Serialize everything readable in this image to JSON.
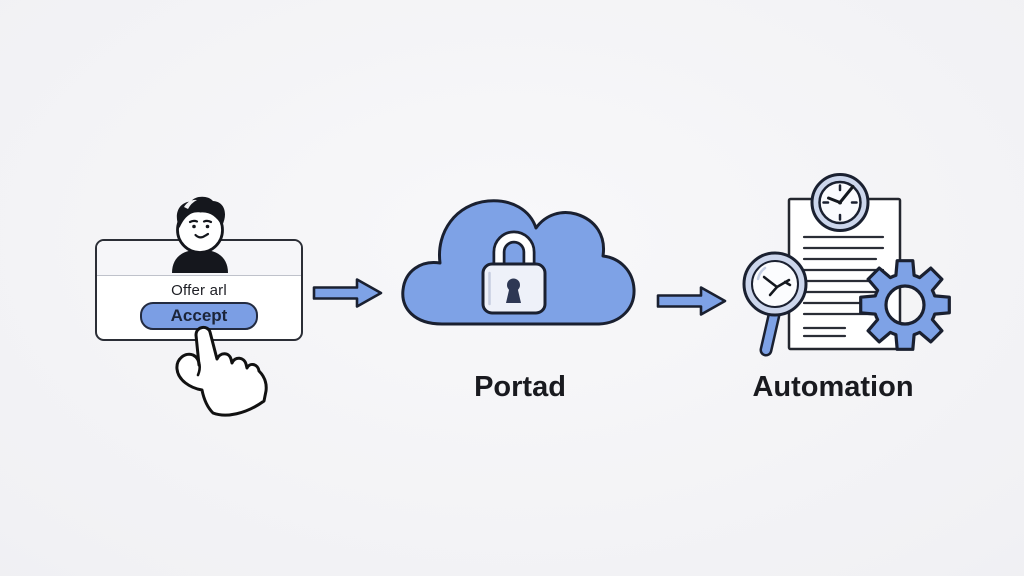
{
  "flow": {
    "step1": {
      "card_title": "Offer arl",
      "accept_label": "Accept"
    },
    "step2": {
      "label": "Portad"
    },
    "step3": {
      "label": "Automation"
    }
  },
  "colors": {
    "accent_blue": "#7ea2e6",
    "outline_dark": "#1a2030",
    "ring_light": "#ccd6ec",
    "panel_light": "#eef1f9",
    "card_header": "#f6f6f9",
    "background": "#f1f1f4",
    "text_dark": "#191a1f"
  }
}
